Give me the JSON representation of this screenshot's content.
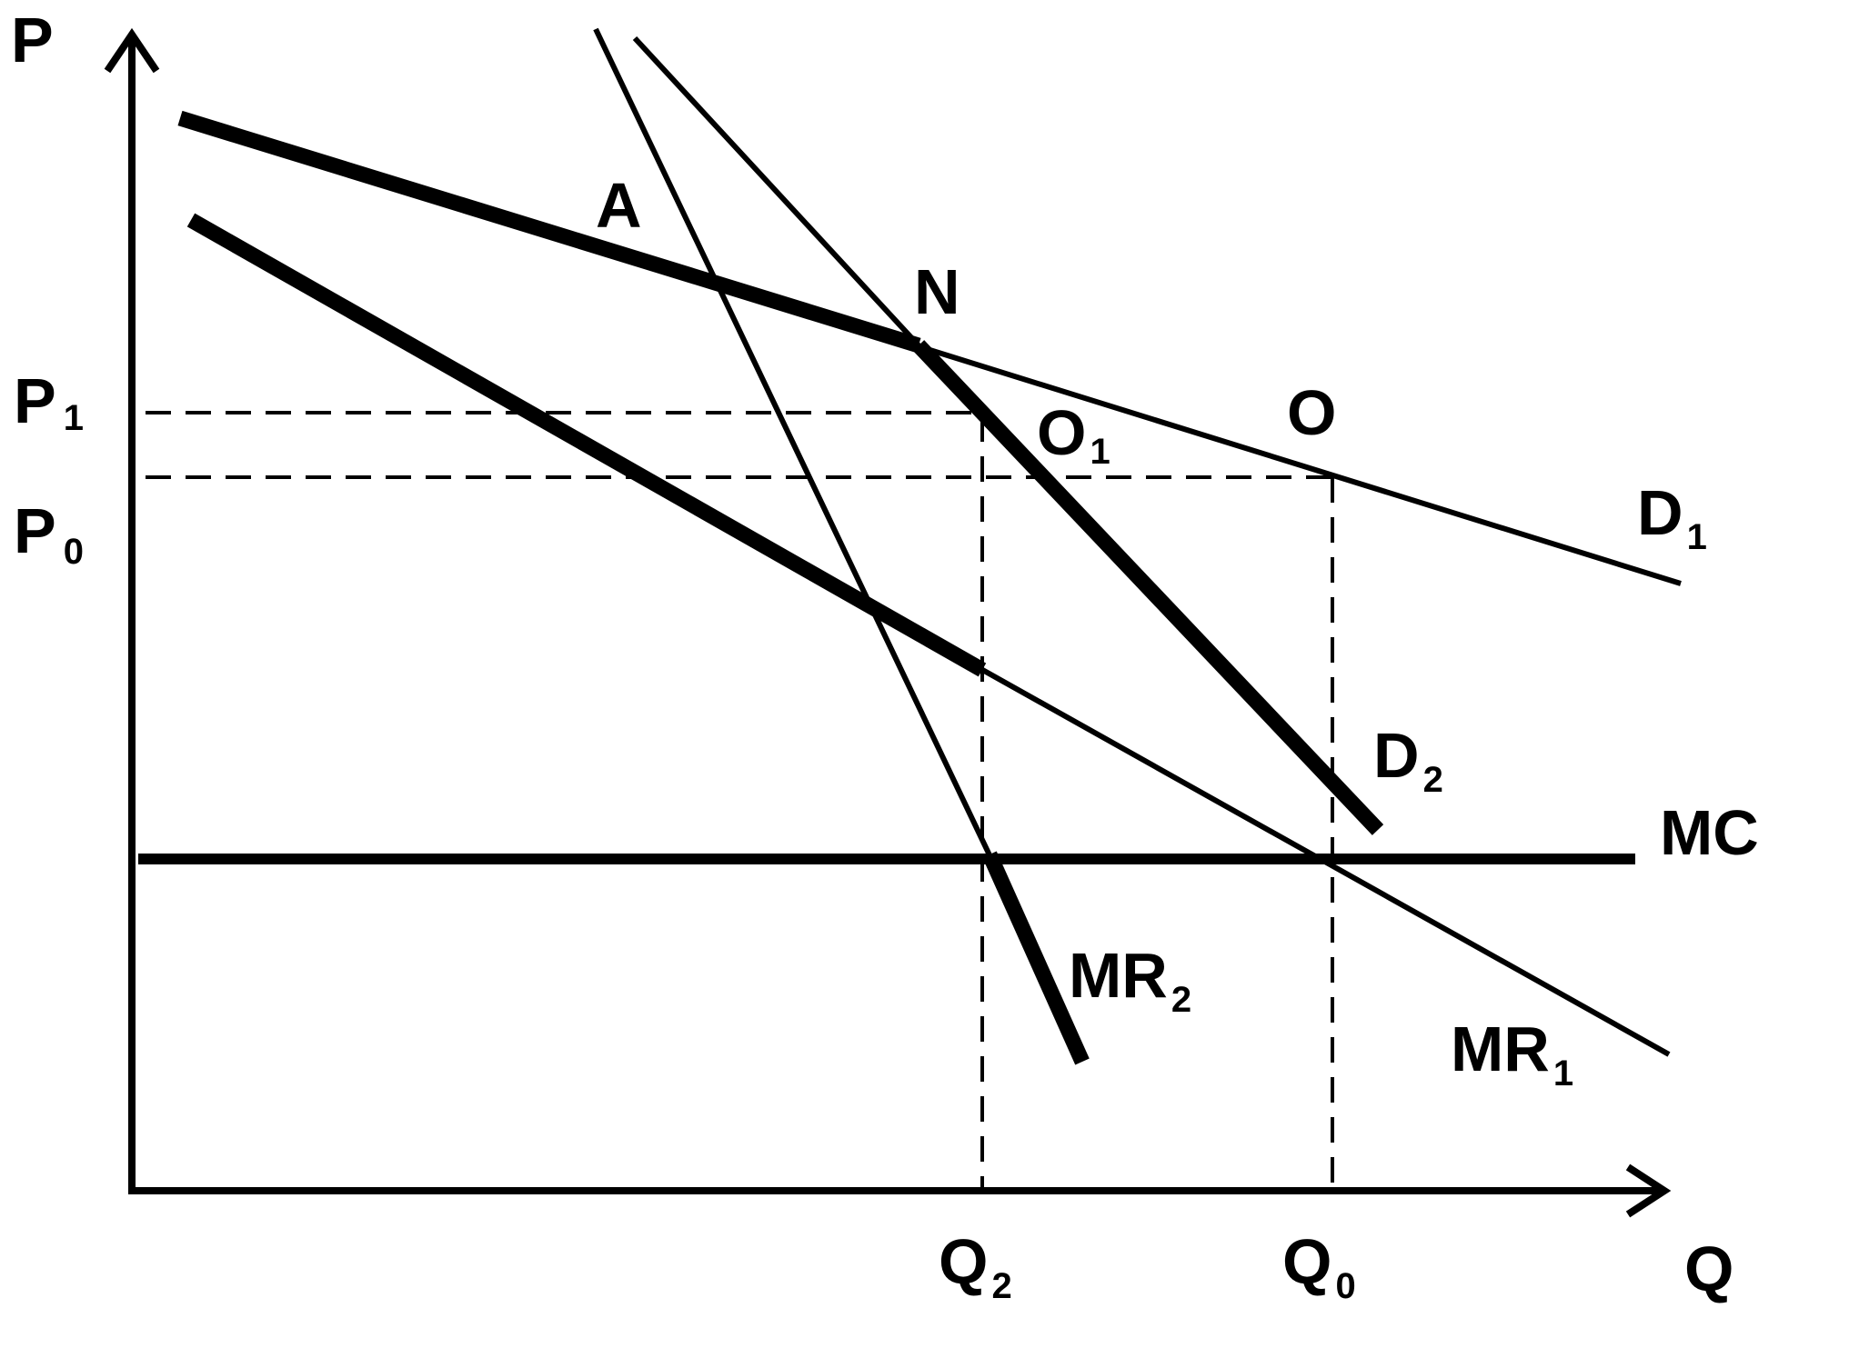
{
  "axes": {
    "y_label": "P",
    "x_label": "Q"
  },
  "prices": [
    {
      "main": "P",
      "sub": "1"
    },
    {
      "main": "P",
      "sub": "0"
    }
  ],
  "quantities": [
    {
      "main": "Q",
      "sub": "2"
    },
    {
      "main": "Q",
      "sub": "0"
    }
  ],
  "curves": {
    "d1": {
      "main": "D",
      "sub": "1"
    },
    "d2": {
      "main": "D",
      "sub": "2"
    },
    "mr1": {
      "main": "MR",
      "sub": "1"
    },
    "mr2": {
      "main": "MR",
      "sub": "2"
    },
    "mc": {
      "main": "MC"
    }
  },
  "points": {
    "a": "A",
    "n": "N",
    "o": "O",
    "o1": {
      "main": "O",
      "sub": "1"
    }
  }
}
